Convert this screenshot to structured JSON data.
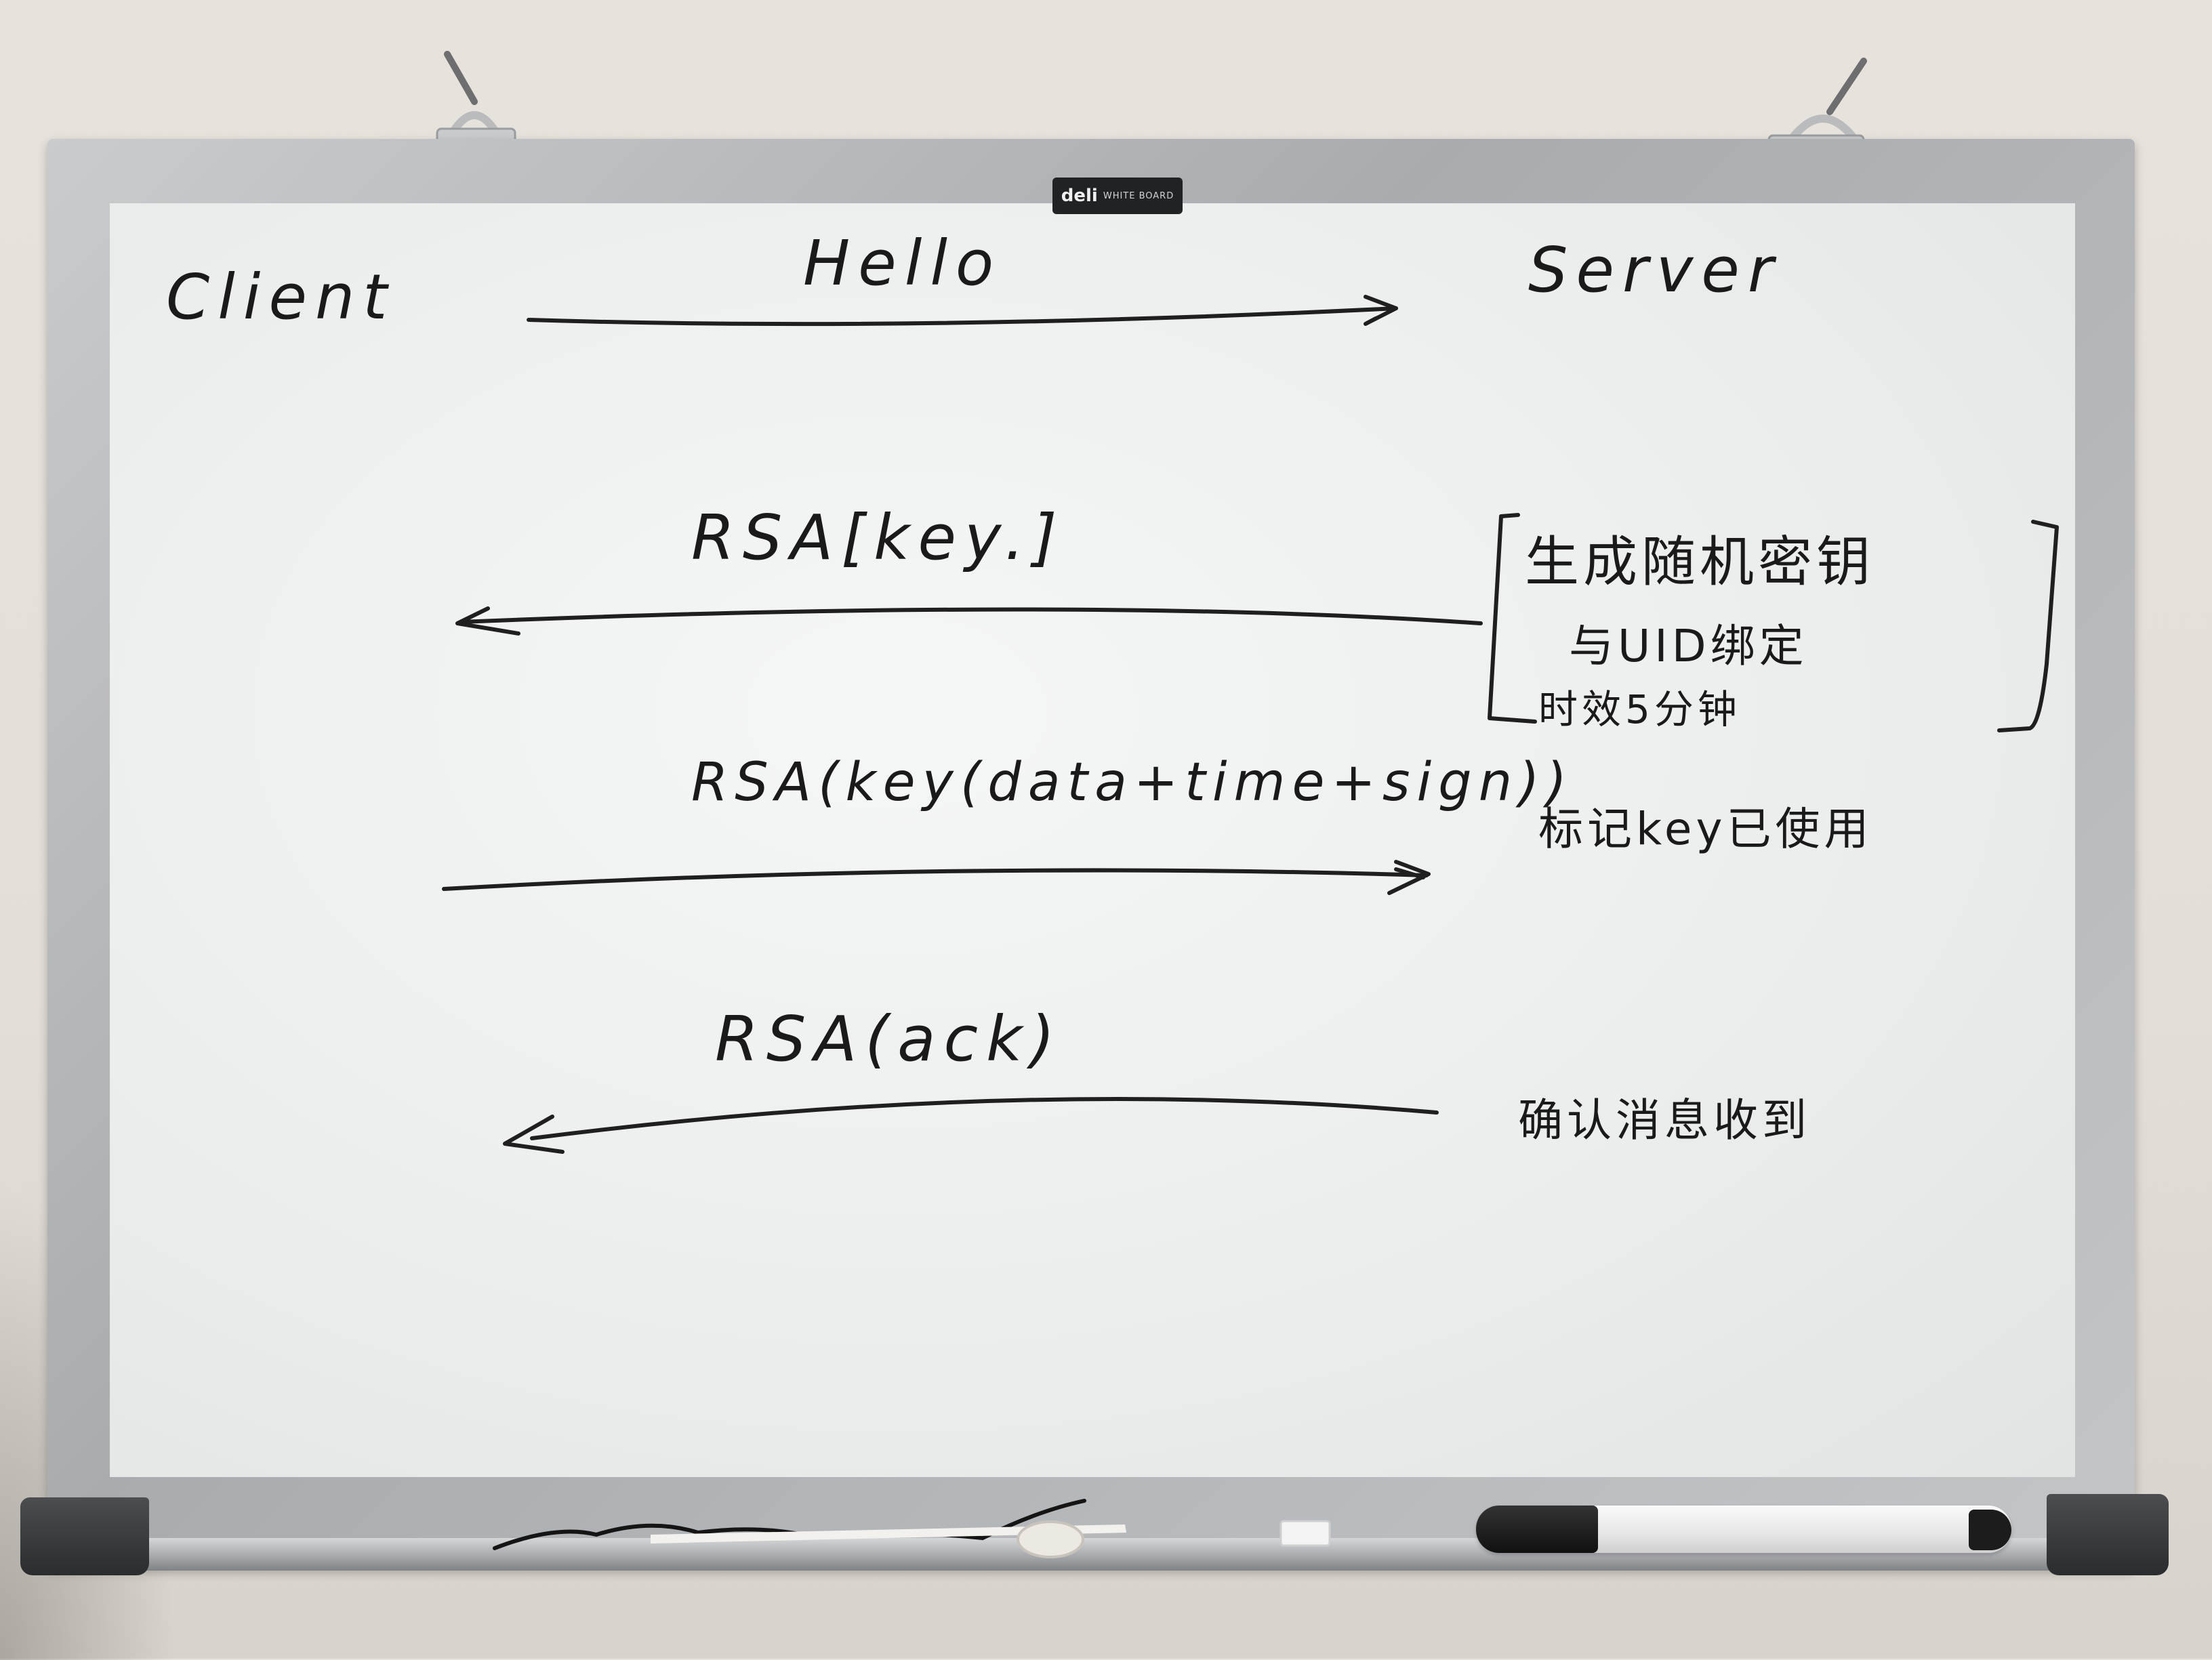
{
  "brand": {
    "name": "deli",
    "subtitle": "WHITE BOARD"
  },
  "participants": {
    "left": "Client",
    "right": "Server"
  },
  "messages": [
    {
      "label": "Hello",
      "direction": "client-to-server"
    },
    {
      "label": "RSA[key.]",
      "direction": "server-to-client"
    },
    {
      "label": "RSA(key(data+time+sign))",
      "direction": "client-to-server"
    },
    {
      "label": "RSA(ack)",
      "direction": "server-to-client"
    }
  ],
  "server_notes": {
    "bracket_lines": [
      "生成随机密钥",
      "与UID绑定",
      "时效5分钟"
    ],
    "mark_used": "标记key已使用",
    "confirm": "确认消息收到"
  },
  "colors": {
    "ink": "#1a1a1a",
    "board": "#eef0f0",
    "frame": "#b3b6b9"
  }
}
